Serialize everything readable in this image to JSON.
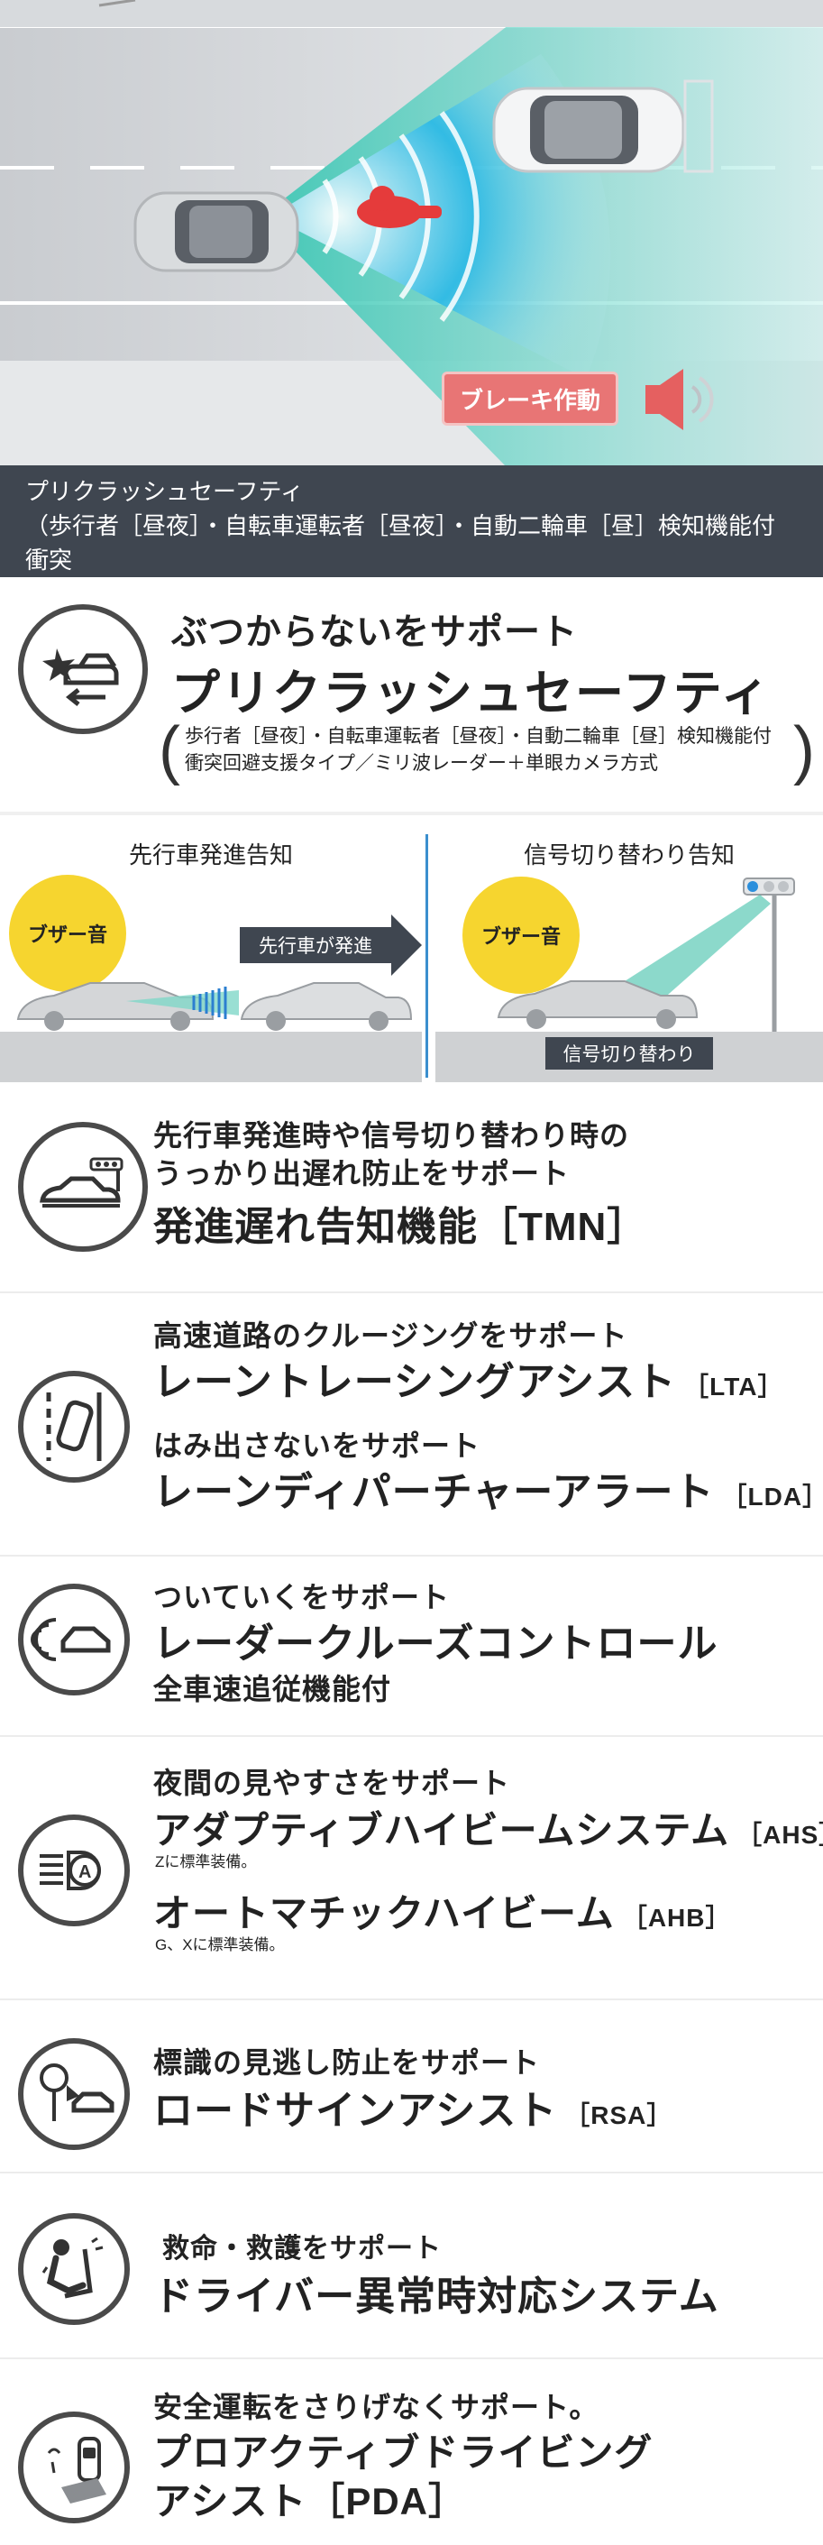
{
  "hero": {
    "brake_label": "ブレーキ作動",
    "caption_lines": [
      "プリクラッシュセーフティ",
      "（歩行者［昼夜］・自転車運転者［昼夜］・自動二輪車［昼］検知機能付衝突",
      "回避支援タイプ/ミリ波レーダー＋単眼カメラ方式）"
    ]
  },
  "pcs": {
    "icon": "collision-warning-icon",
    "subtitle": "ぶつからないをサポート",
    "title": "プリクラッシュセーフティ",
    "detail_line1": "歩行者［昼夜］・自転車運転者［昼夜］・自動二輪車［昼］検知機能付",
    "detail_line2": "衝突回避支援タイプ／ミリ波レーダー＋単眼カメラ方式",
    "paren_open": "(",
    "paren_close": ")"
  },
  "tmn_diagram": {
    "left_title": "先行車発進告知",
    "right_title": "信号切り替わり告知",
    "buzzer_label": "ブザー音",
    "lead_car_label": "先行車が発進",
    "signal_label": "信号切り替わり"
  },
  "features": [
    {
      "icon": "car-traffic-light-icon",
      "lines": [
        {
          "text": "先行車発進時や信号切り替わり時の",
          "style": "sub"
        },
        {
          "text": "うっかり出遅れ防止をサポート",
          "style": "sub"
        },
        {
          "text": "発進遅れ告知機能［TMN］",
          "style": "main"
        }
      ]
    },
    {
      "icon": "lane-keeping-icon",
      "lta_sub": "高速道路のクルージングをサポート",
      "lta_title": "レーントレーシングアシスト",
      "lta_tag": "［LTA］",
      "lda_sub": "はみ出さないをサポート",
      "lda_title": "レーンディパーチャーアラート",
      "lda_tag": "［LDA］"
    },
    {
      "icon": "radar-cruise-icon",
      "sub": "ついていくをサポート",
      "title": "レーダークルーズコントロール",
      "note": "全車速追従機能付"
    },
    {
      "icon": "auto-high-beam-icon",
      "sub": "夜間の見やすさをサポート",
      "ahs_title": "アダプティブハイビームシステム",
      "ahs_tag": "［AHS］",
      "ahs_note": "Zに標準装備。",
      "ahb_title": "オートマチックハイビーム",
      "ahb_tag": "［AHB］",
      "ahb_note": "G、Xに標準装備。"
    },
    {
      "icon": "road-sign-icon",
      "sub": "標識の見逃し防止をサポート",
      "title": "ロードサインアシスト",
      "tag": "［RSA］"
    },
    {
      "icon": "driver-emergency-icon",
      "sub": "救命・救護をサポート",
      "title": "ドライバー異常時対応システム"
    },
    {
      "icon": "proactive-driving-icon",
      "sub": "安全運転をさりげなくサポート。",
      "title_line1": "プロアクティブドライビング",
      "title_line2": "アシスト［PDA］"
    }
  ],
  "colors": {
    "beam": "#5fd3c4",
    "radar": "#23a8e0",
    "brake": "#e87575",
    "caption_bg": "#3f4650",
    "buzzer": "#f6d52f",
    "divider": "#3b8fce"
  }
}
